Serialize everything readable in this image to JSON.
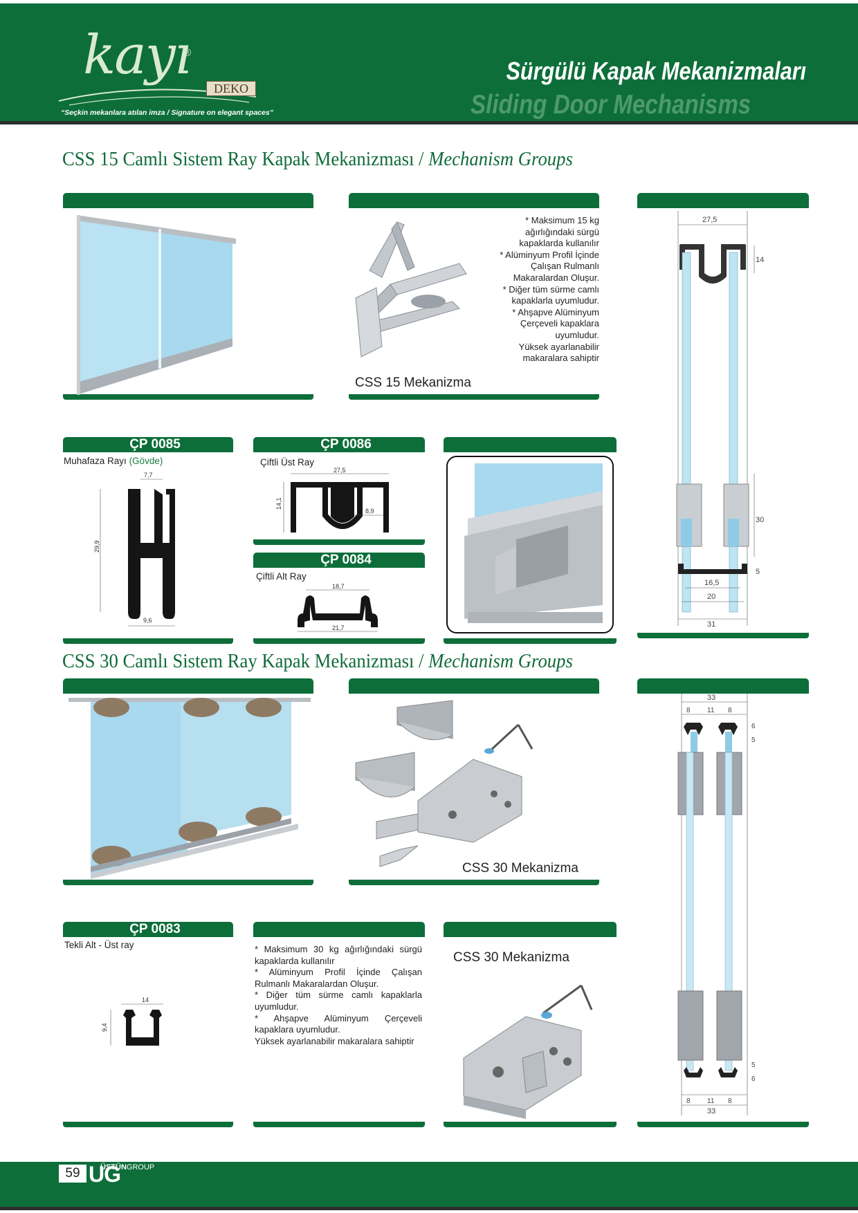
{
  "header": {
    "logo_script": "kayı",
    "logo_reg": "®",
    "logo_deko": "DEKO",
    "tagline": "“Seçkin mekanlara atılan imza / Signature on elegant spaces”",
    "title_tr": "Sürgülü Kapak Mekanizmaları",
    "title_en": "Sliding Door Mechanisms"
  },
  "section1": {
    "title_tr": "CSS 15 Camlı Sistem Ray Kapak Mekanizması",
    "title_sep": " / ",
    "title_en": "Mechanism Groups",
    "mechanism_caption": "CSS 15 Mekanizma",
    "features": [
      "* Maksimum 15 kg",
      "ağırlığındaki sürgü",
      "kapaklarda kullanılır",
      "* Alüminyum Profil İçinde",
      "Çalışan Rulmanlı",
      "Makaralardan Oluşur.",
      "* Diğer tüm sürme camlı",
      "kapaklarla uyumludur.",
      "* Ahşapve Alüminyum",
      "Çerçeveli kapaklara",
      "uyumludur.",
      "Yüksek ayarlanabilir",
      "makaralara sahiptir"
    ],
    "section_drawing_dims": {
      "top_width": "27,5",
      "top_height": "14",
      "bottom_height": "30",
      "base_height": "5",
      "w1": "16,5",
      "w2": "20",
      "w3": "31"
    },
    "products": [
      {
        "code": "ÇP 0085",
        "name": "Muhafaza Rayı",
        "name_extra": "(Gövde)",
        "dims": {
          "top": "7,7",
          "height": "29,9",
          "bottom": "9,6"
        }
      },
      {
        "code": "ÇP 0086",
        "name": "Çiftli Üst Ray",
        "dims": {
          "width": "27,5",
          "height": "14,1",
          "inner": "8,9"
        }
      },
      {
        "code": "ÇP 0084",
        "name": "Çiftli Alt Ray",
        "dims": {
          "top": "18,7",
          "bottom": "21,7"
        }
      }
    ]
  },
  "section2": {
    "title_tr": "CSS 30 Camlı Sistem Ray Kapak Mekanizması",
    "title_sep": " / ",
    "title_en": "Mechanism Groups",
    "mechanism_caption": "CSS 30 Mekanizma",
    "mechanism_caption_2": "CSS 30 Mekanizma",
    "section_drawing_dims": {
      "width": "33",
      "a": "8",
      "b": "11",
      "c": "8",
      "h1": "6",
      "h2": "5"
    },
    "product": {
      "code": "ÇP 0083",
      "name": "Tekli Alt - Üst ray",
      "dims": {
        "width": "14",
        "height": "9,4"
      }
    },
    "features": [
      "* Maksimum 30 kg ağırlığındaki sürgü kapaklarda kullanılır",
      "* Alüminyum Profil İçinde Çalışan Rulmanlı Makaralardan Oluşur.",
      "* Diğer tüm sürme camlı kapaklarla uyumludur.",
      "* Ahşapve Alüminyum Çerçeveli kapaklara uyumludur.",
      "Yüksek ayarlanabilir makaralara sahiptir"
    ]
  },
  "footer": {
    "page_number": "59",
    "brand_mark": "UG",
    "brand_top": "ÜSTÜN",
    "brand_group": "GROUP"
  },
  "colors": {
    "brand_green": "#0d6e3a",
    "glass_blue": "#9fd4ea",
    "aluminium": "#b9bec3"
  }
}
